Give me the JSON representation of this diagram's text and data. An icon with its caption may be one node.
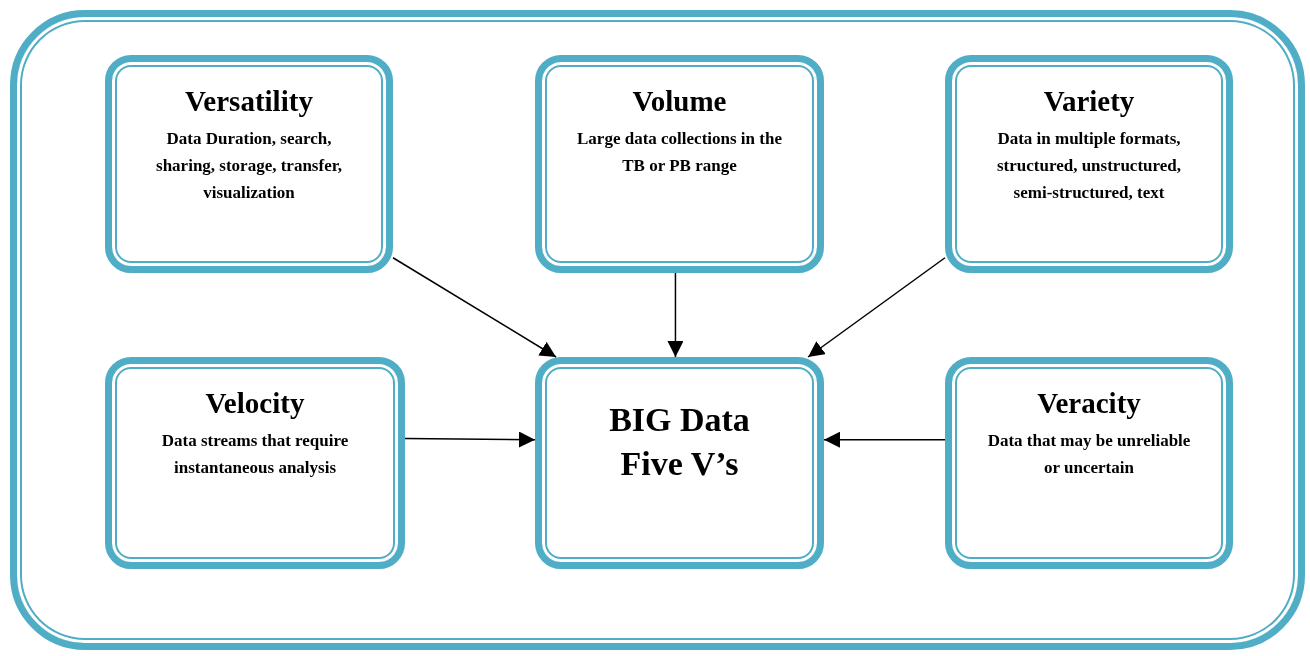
{
  "diagram": {
    "nodes": [
      {
        "text": [],
        "shape": "box"
      },
      {
        "text": [
          "Versatility",
          "Data Duration, search, sharing, storage, transfer, visualization"
        ],
        "in": 0
      },
      {
        "text": [
          "Volume",
          "Large data collections in the TB or PB range"
        ],
        "in": 0
      },
      {
        "text": [
          "Variety",
          "Data in multiple formats, structured, unstructured, semi-structured, text"
        ],
        "in": 0
      },
      {
        "text": [
          "Velocity",
          "Data streams that require instantaneous analysis"
        ],
        "in": 0
      },
      {
        "text": [
          "BIG Data Five V’s"
        ],
        "in": 0
      },
      {
        "text": [
          "Veracity",
          "Data that may be unreliable or uncertain"
        ],
        "in": 0
      }
    ],
    "edges": [
      {
        "from": 1,
        "to": 5,
        "arrow": "to"
      },
      {
        "from": 2,
        "to": 5,
        "arrow": "to"
      },
      {
        "from": 3,
        "to": 5,
        "arrow": "to"
      },
      {
        "from": 4,
        "to": 5,
        "arrow": "to"
      },
      {
        "from": 6,
        "to": 5,
        "arrow": "to"
      }
    ]
  }
}
